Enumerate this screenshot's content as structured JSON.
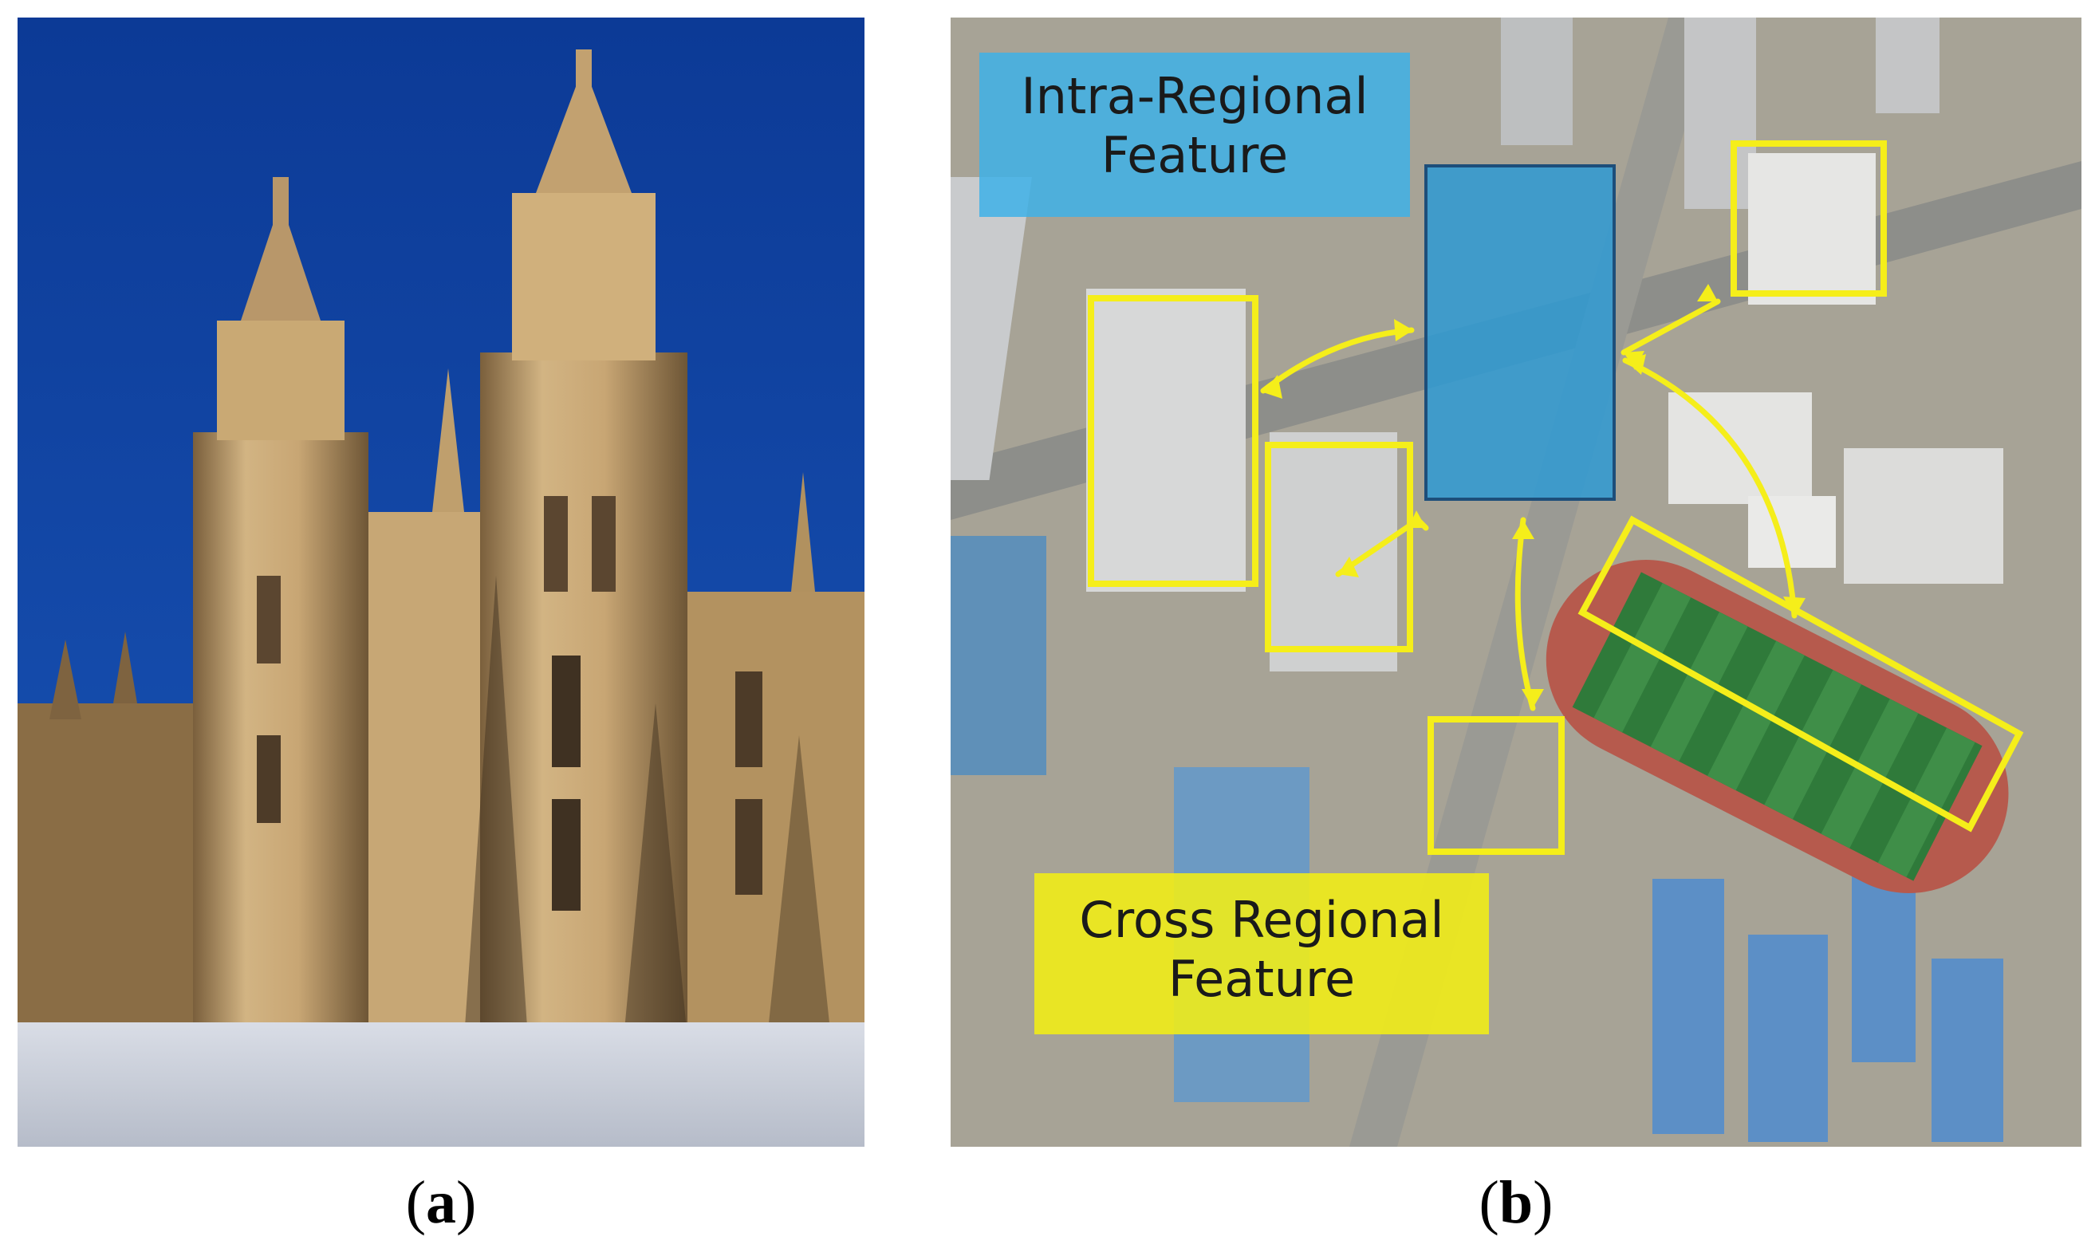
{
  "captions": {
    "a": "a",
    "b": "b"
  },
  "panel_b": {
    "intra_label_line1": "Intra-Regional",
    "intra_label_line2": "Feature",
    "cross_label_line1": "Cross Regional",
    "cross_label_line2": "Feature"
  },
  "colors": {
    "sky": "#0f3f9c",
    "stone": "#c9a978",
    "highlight_yellow": "#f5ee1a",
    "intra_blue": "#3ea8d9",
    "field_green": "#2f7a3a",
    "track_red": "#b65a4d"
  }
}
